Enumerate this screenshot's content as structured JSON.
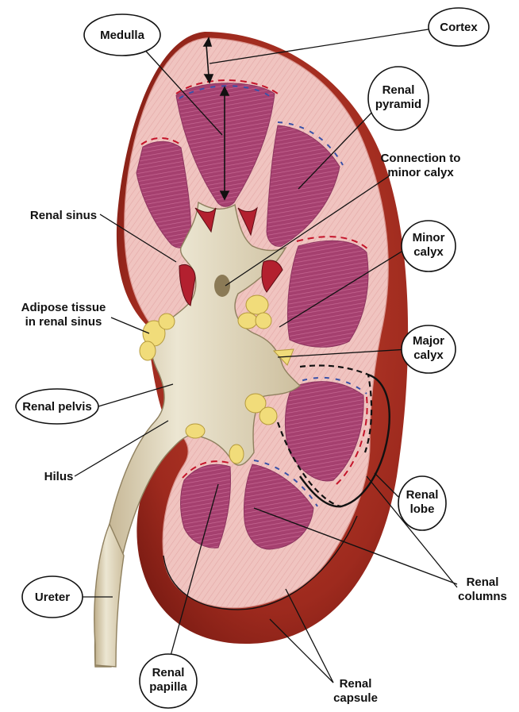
{
  "labels": {
    "medulla": "Medulla",
    "cortex": "Cortex",
    "renal_pyramid": [
      "Renal",
      "pyramid"
    ],
    "connection_minor_calyx": [
      "Connection to",
      "minor calyx"
    ],
    "renal_sinus": "Renal sinus",
    "minor_calyx": [
      "Minor",
      "calyx"
    ],
    "adipose_tissue": [
      "Adipose tissue",
      "in renal sinus"
    ],
    "major_calyx": [
      "Major",
      "calyx"
    ],
    "renal_pelvis": "Renal pelvis",
    "hilus": "Hilus",
    "renal_lobe": [
      "Renal",
      "lobe"
    ],
    "renal_columns": [
      "Renal",
      "columns"
    ],
    "ureter": "Ureter",
    "renal_papilla": [
      "Renal",
      "papilla"
    ],
    "renal_capsule": [
      "Renal",
      "capsule"
    ]
  },
  "colors": {
    "cortex": "#f0c4c0",
    "pyramid": "#a5406f",
    "capsule": "#9e2a1e",
    "sinus_tissue": "#ddd6bf",
    "fat": "#f1dc7a",
    "vessel_red": "#c4142a",
    "vessel_blue": "#3a52a8"
  }
}
